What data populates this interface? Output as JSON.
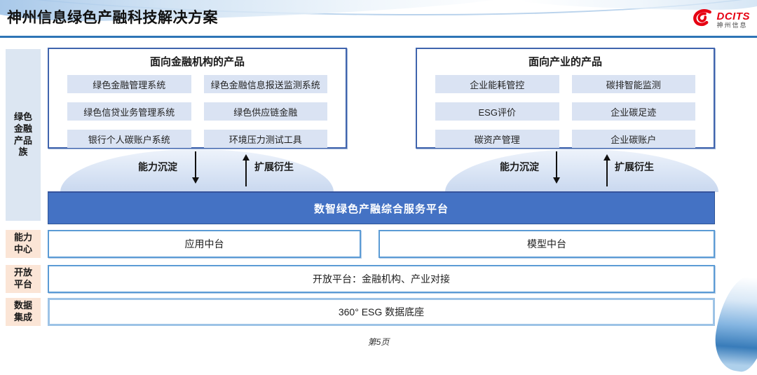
{
  "header": {
    "title": "神州信息绿色产融科技解决方案",
    "logo": {
      "brand": "DCITS",
      "brand_cn": "神州信息"
    }
  },
  "sidebar": {
    "items": [
      {
        "label": "绿色金融产品族"
      },
      {
        "label": "能力中心"
      },
      {
        "label": "开放平台"
      },
      {
        "label": "数据集成"
      }
    ]
  },
  "product_groups": [
    {
      "title": "面向金融机构的产品",
      "items": [
        "绿色金融管理系统",
        "绿色金融信息报送监测系统",
        "绿色信贷业务管理系统",
        "绿色供应链金融",
        "银行个人碳账户系统",
        "环境压力测试工具"
      ]
    },
    {
      "title": "面向产业的产品",
      "items": [
        "企业能耗管控",
        "碳排智能监测",
        "ESG评价",
        "企业碳足迹",
        "碳资产管理",
        "企业碳账户"
      ]
    }
  ],
  "flows": {
    "settle_label": "能力沉淀",
    "derive_label": "扩展衍生"
  },
  "platform_bar": {
    "label": "数智绿色产融综合服务平台"
  },
  "capability_row": {
    "left": "应用中台",
    "right": "模型中台"
  },
  "open_platform_row": {
    "label": "开放平台：金融机构、产业对接"
  },
  "data_row": {
    "label": "360° ESG 数据底座"
  },
  "footer": {
    "page": "第5页"
  },
  "colors": {
    "accent_blue": "#2e75b6",
    "bar_blue": "#4472c4",
    "box_border_blue": "#4064ad",
    "item_fill": "#dae3f3",
    "sidebar_blue": "#dce6f2",
    "sidebar_peach": "#fbe5d6",
    "brand_red": "#e60012"
  }
}
